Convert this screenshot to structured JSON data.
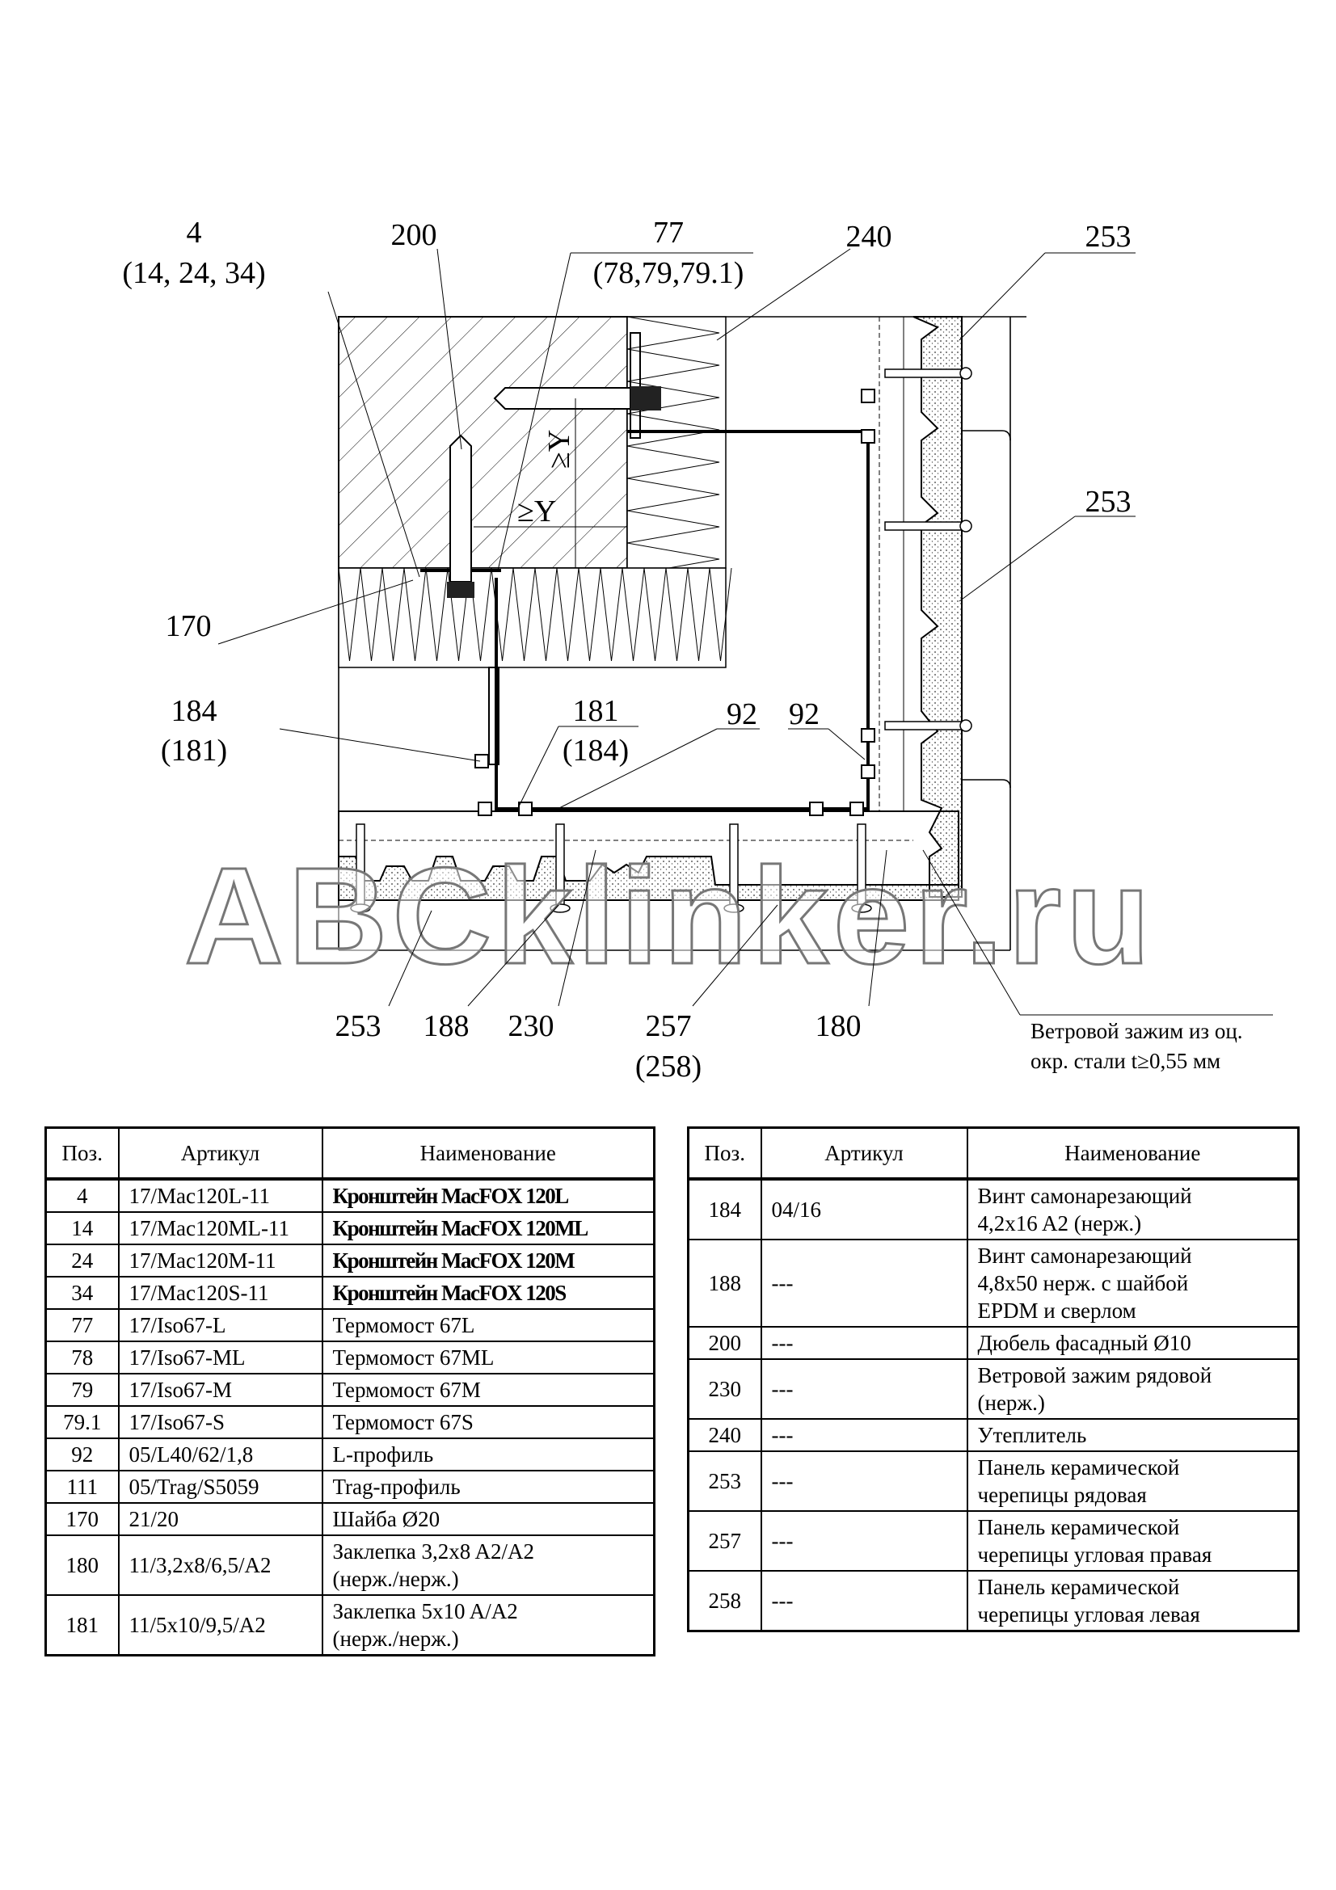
{
  "drawing": {
    "callouts": {
      "c4": "4",
      "c4_alt": "(14, 24, 34)",
      "c200": "200",
      "c77": "77",
      "c77_alt": "(78,79,79.1)",
      "c240": "240",
      "c253_top": "253",
      "c253_mid": "253",
      "c170": "170",
      "c184": "184",
      "c184_alt": "(181)",
      "c181": "181",
      "c181_alt": "(184)",
      "c92_left": "92",
      "c92_right": "92",
      "c253_bottom": "253",
      "c188": "188",
      "c230": "230",
      "c257": "257",
      "c257_alt": "(258)",
      "c180": "180"
    },
    "dimension_y": "≥Y",
    "note_line1": "Ветровой зажим из оц.",
    "note_line2": "окр. стали t≥0,55 мм",
    "watermark": "ABCklinker.ru"
  },
  "tables": {
    "headers": [
      "Поз.",
      "Артикул",
      "Наименование"
    ],
    "left": [
      {
        "pos": "4",
        "art": "17/Mac120L-11",
        "name": "Кронштейн MacFOX  120L",
        "bold": true
      },
      {
        "pos": "14",
        "art": "17/Mac120ML-11",
        "name": "Кронштейн MacFOX  120ML",
        "bold": true
      },
      {
        "pos": "24",
        "art": "17/Mac120M-11",
        "name": "Кронштейн MacFOX  120M",
        "bold": true
      },
      {
        "pos": "34",
        "art": "17/Mac120S-11",
        "name": "Кронштейн MacFOX  120S",
        "bold": true
      },
      {
        "pos": "77",
        "art": "17/Iso67-L",
        "name": "Термомост 67L"
      },
      {
        "pos": "78",
        "art": "17/Iso67-ML",
        "name": "Термомост 67ML"
      },
      {
        "pos": "79",
        "art": "17/Iso67-M",
        "name": "Термомост 67M"
      },
      {
        "pos": "79.1",
        "art": "17/Iso67-S",
        "name": "Термомост 67S"
      },
      {
        "pos": "92",
        "art": "05/L40/62/1,8",
        "name": "L-профиль"
      },
      {
        "pos": "111",
        "art": "05/Trag/S5059",
        "name": "Trag-профиль"
      },
      {
        "pos": "170",
        "art": "21/20",
        "name": "Шайба Ø20"
      },
      {
        "pos": "180",
        "art": "11/3,2x8/6,5/A2",
        "name": "Заклепка 3,2x8 A2/A2\n(нерж./нерж.)"
      },
      {
        "pos": "181",
        "art": "11/5x10/9,5/A2",
        "name": "Заклепка 5x10 A/A2\n(нерж./нерж.)"
      }
    ],
    "right": [
      {
        "pos": "184",
        "art": "04/16",
        "name": "Винт самонарезающий\n4,2x16 A2 (нерж.)"
      },
      {
        "pos": "188",
        "art": "---",
        "name": "Винт самонарезающий\n4,8x50 нерж. с шайбой\nEPDM и сверлом"
      },
      {
        "pos": "200",
        "art": "---",
        "name": "Дюбель фасадный Ø10"
      },
      {
        "pos": "230",
        "art": "---",
        "name": "Ветровой зажим рядовой\n(нерж.)"
      },
      {
        "pos": "240",
        "art": "---",
        "name": "Утеплитель"
      },
      {
        "pos": "253",
        "art": "---",
        "name": "Панель керамической\nчерепицы рядовая"
      },
      {
        "pos": "257",
        "art": "---",
        "name": "Панель керамической\nчерепицы угловая правая"
      },
      {
        "pos": "258",
        "art": "---",
        "name": "Панель керамической\nчерепицы угловая левая"
      }
    ]
  }
}
